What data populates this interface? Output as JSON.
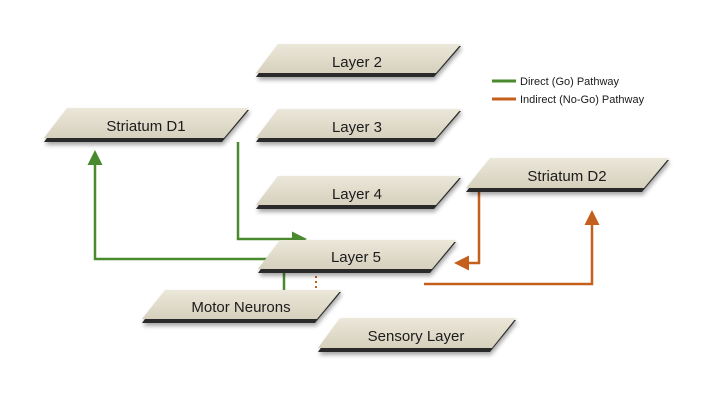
{
  "colors": {
    "plate_face": "#ddd8c6",
    "plate_face_light": "#e7e3d4",
    "plate_edge": "#2b2b2b",
    "direct": "#4a8a2e",
    "indirect": "#c45f1c"
  },
  "nodes": {
    "layer2": "Layer 2",
    "layer3": "Layer 3",
    "layer4": "Layer 4",
    "layer5": "Layer 5",
    "striatum_d1": "Striatum D1",
    "striatum_d2": "Striatum D2",
    "motor_neurons": "Motor Neurons",
    "sensory_layer": "Sensory Layer"
  },
  "legend": {
    "direct": "Direct (Go) Pathway",
    "indirect": "Indirect (No-Go) Pathway"
  }
}
